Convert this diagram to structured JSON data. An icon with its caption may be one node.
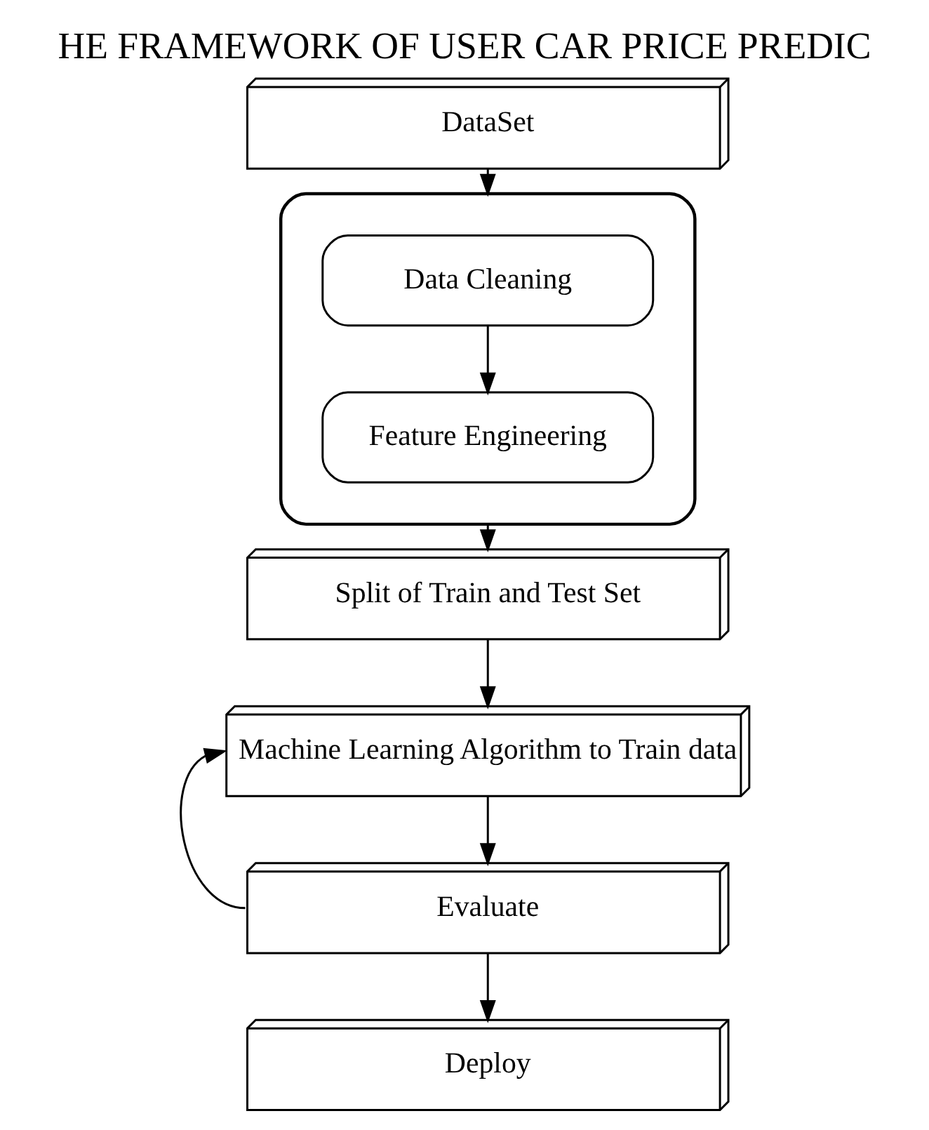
{
  "diagram": {
    "title": "HE FRAMEWORK OF USER CAR PRICE PREDIC",
    "nodes": [
      {
        "text": [
          "DataSet"
        ]
      },
      {
        "text": [],
        "shape": "cylinder"
      },
      {
        "text": [
          "Data Cleaning"
        ],
        "in": 1
      },
      {
        "text": [
          "Feature Engineering"
        ],
        "in": 1
      },
      {
        "text": [
          "Split of Train and Test Set"
        ]
      },
      {
        "text": [
          "Machine Learning Algorithm to Train data"
        ]
      },
      {
        "text": [
          "Evaluate"
        ]
      },
      {
        "text": [
          "Deploy"
        ]
      }
    ],
    "edges": [
      {
        "from": 0,
        "to": 1,
        "arrow": "to"
      },
      {
        "from": 2,
        "to": 3,
        "arrow": "to"
      },
      {
        "from": 1,
        "to": 4,
        "arrow": "to"
      },
      {
        "from": 4,
        "to": 5,
        "arrow": "to"
      },
      {
        "from": 5,
        "to": 6,
        "arrow": "to"
      },
      {
        "from": 6,
        "to": 5,
        "arrow": "to"
      },
      {
        "from": 6,
        "to": 7,
        "arrow": "to"
      }
    ]
  }
}
